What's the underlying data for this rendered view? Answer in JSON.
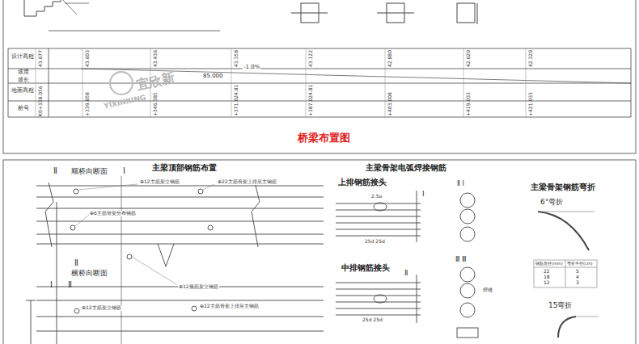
{
  "diagram": {
    "title": "桥梁布置图",
    "labels": [
      "设计高程",
      "坡度",
      "坡长",
      "地面高程",
      "桩号",
      "-1.0%",
      "85.000",
      "43.677",
      "43.603",
      "43.436",
      "43.358",
      "43.122",
      "42.880",
      "42.620",
      "42.320",
      "K0+338.056",
      "+339.858",
      "+346.385",
      "+371.024.81",
      "+387.024.81",
      "+403.008",
      "+419.033",
      "+421.033",
      "宜欣新",
      "YIXINXING",
      "主梁顶部钢筋布置",
      "Ⅱ",
      "顺桥向断面",
      "Ⅰ",
      "⊕12主筋架立钢筋",
      "⊕22主筋骨架上排至主钢筋",
      "⊕6主筋骨架分布钢筋",
      "⊕12箍筋架立钢筋",
      "横桥向断面",
      "Ⅱ",
      "Ⅰ",
      "Ⅱ",
      "⊕12主筋架立钢筋",
      "⊕22主筋骨架上排至主钢筋",
      "主梁骨架电弧焊接钢筋",
      "上排钢筋接头",
      "Ⅰ",
      "Ⅱ Ⅰ",
      "2.5a",
      "25d 25d",
      "中排钢筋接头",
      "Ⅱ",
      "25d 25d",
      "Ⅲ Ⅲ",
      "焊缝",
      "主梁骨架钢筋弯折",
      "6°弯折",
      "钢筋直径(mm)",
      "弯折半径(cm)",
      "22",
      "5",
      "18",
      "4",
      "12",
      "3",
      "15弯折"
    ]
  }
}
